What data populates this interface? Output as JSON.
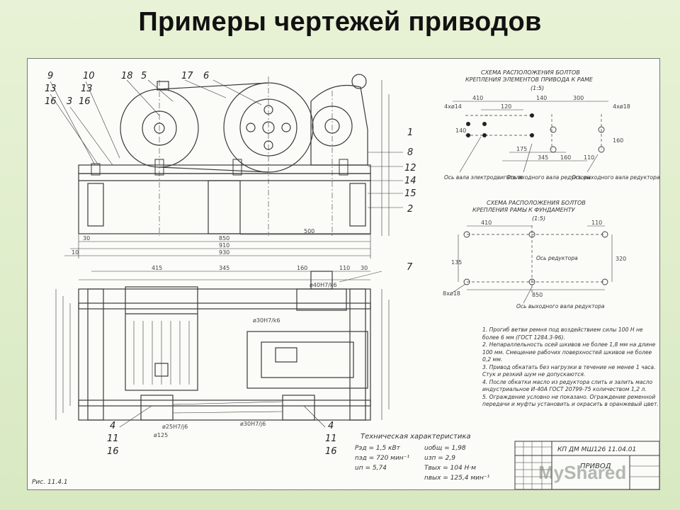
{
  "slide": {
    "title": "Примеры чертежей приводов"
  },
  "drawing": {
    "figure_caption": "Рис. 11.4.1",
    "scheme_top_title_1": "СХЕМА РАСПОЛОЖЕНИЯ БОЛТОВ",
    "scheme_top_title_2": "КРЕПЛЕНИЯ ЭЛЕМЕНТОВ ПРИВОДА К РАМЕ",
    "scheme_top_scale": "(1:5)",
    "scheme_bottom_title_1": "СХЕМА РАСПОЛОЖЕНИЯ БОЛТОВ",
    "scheme_bottom_title_2": "КРЕПЛЕНИЯ РАМЫ К ФУНДАМЕНТУ",
    "scheme_bottom_scale": "(1:5)",
    "axis_motor": "Ось вала электродвигателя",
    "axis_input": "Ось входного вала редуктора",
    "axis_output": "Ось выходного вала редуктора",
    "axis_reducer": "Ось редуктора",
    "specs_title": "Техническая характеристика",
    "specs": [
      "Pэд = 1,5 кВт",
      "nэд = 720 мин⁻¹",
      "uп = 5,74",
      "uобщ = 1,98",
      "uзп = 2,9",
      "Tвых = 104 Н·м",
      "nвых = 125,4 мин⁻¹"
    ],
    "notes": [
      "1. Прогиб ветви ремня под воздействием силы 100 Н не более 6 мм (ГОСТ 1284.3-96).",
      "2. Непараллельность осей шкивов не более 1,8 мм на длине 100 мм. Смещение рабочих поверхностей шкивов не более 0,2 мм.",
      "3. Привод обкатать без нагрузки в течение не менее 1 часа. Стук и резкий шум не допускаются.",
      "4. После обкатки масло из редуктора слить и залить масло индустриальное И-40А ГОСТ 20799-75 количеством 1,2 л.",
      "5. Ограждение условно не показано. Ограждение ременной передачи и муфты установить и окрасить в оранжевый цвет."
    ],
    "stamp_code": "КП ДМ МШ126 11.04.01",
    "stamp_name": "ПРИВОД",
    "callouts_left_top": [
      "9",
      "13",
      "16",
      "3",
      "16"
    ],
    "callouts_top": [
      "10",
      "13",
      "18",
      "5",
      "17",
      "6"
    ],
    "callouts_right": [
      "1",
      "8",
      "12",
      "14",
      "15",
      "2"
    ],
    "callouts_bottom_left": [
      "4",
      "11",
      "16"
    ],
    "callouts_bottom_right": [
      "4",
      "11",
      "16"
    ],
    "callout_7": "7",
    "dims_side": [
      "850",
      "910",
      "930",
      "500",
      "30",
      "10"
    ],
    "dims_scheme_top": [
      "410",
      "140",
      "300",
      "120",
      "175",
      "345",
      "160",
      "110",
      "4хø14",
      "4хø18",
      "140",
      "160"
    ],
    "dims_scheme_bottom": [
      "410",
      "110",
      "850",
      "135",
      "8хø18",
      "320"
    ],
    "dims_plan": [
      "415",
      "345",
      "160",
      "110",
      "30",
      "ø40H7/k6",
      "ø30H7/k6",
      "ø25H7/j6",
      "ø30H7/j6",
      "ø125"
    ],
    "watermark": "MyShared"
  }
}
